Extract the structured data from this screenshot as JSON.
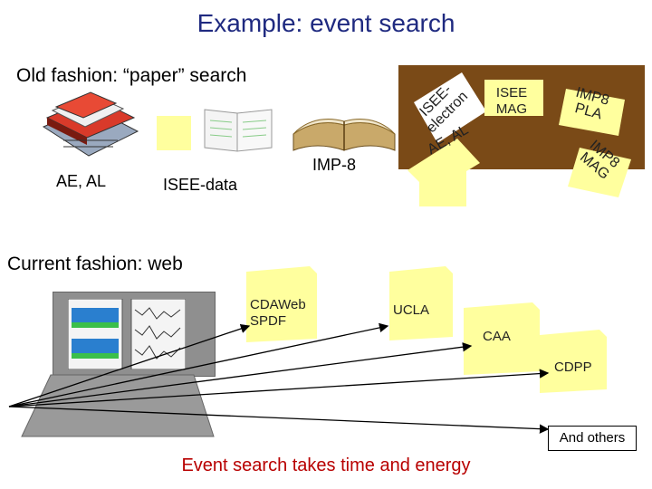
{
  "title": "Example: event search",
  "old": {
    "heading": "Old fashion: “paper” search",
    "label_ae_al": "AE, AL",
    "label_isee_data": "ISEE-data",
    "label_imp8": "IMP-8"
  },
  "board": {
    "isee_electron": "ISEE-electron",
    "ae_al": "AE, AL",
    "isee_mag_line1": "ISEE",
    "isee_mag_line2": "MAG",
    "imp8_pla_line1": "IMP8",
    "imp8_pla_line2": "PLA",
    "imp8_mag_line1": "IMP8",
    "imp8_mag_line2": "MAG"
  },
  "current": {
    "heading": "Current fashion: web",
    "cdaweb_line1": "CDAWeb",
    "cdaweb_line2": "SPDF",
    "ucla": "UCLA",
    "caa": "CAA",
    "cdpp": "CDPP",
    "others": "And others"
  },
  "footer": "Event search takes time and energy",
  "colors": {
    "title": "#1f2a80",
    "board": "#7a4a17",
    "sticky": "#ffff9e",
    "footer": "#b80000"
  }
}
